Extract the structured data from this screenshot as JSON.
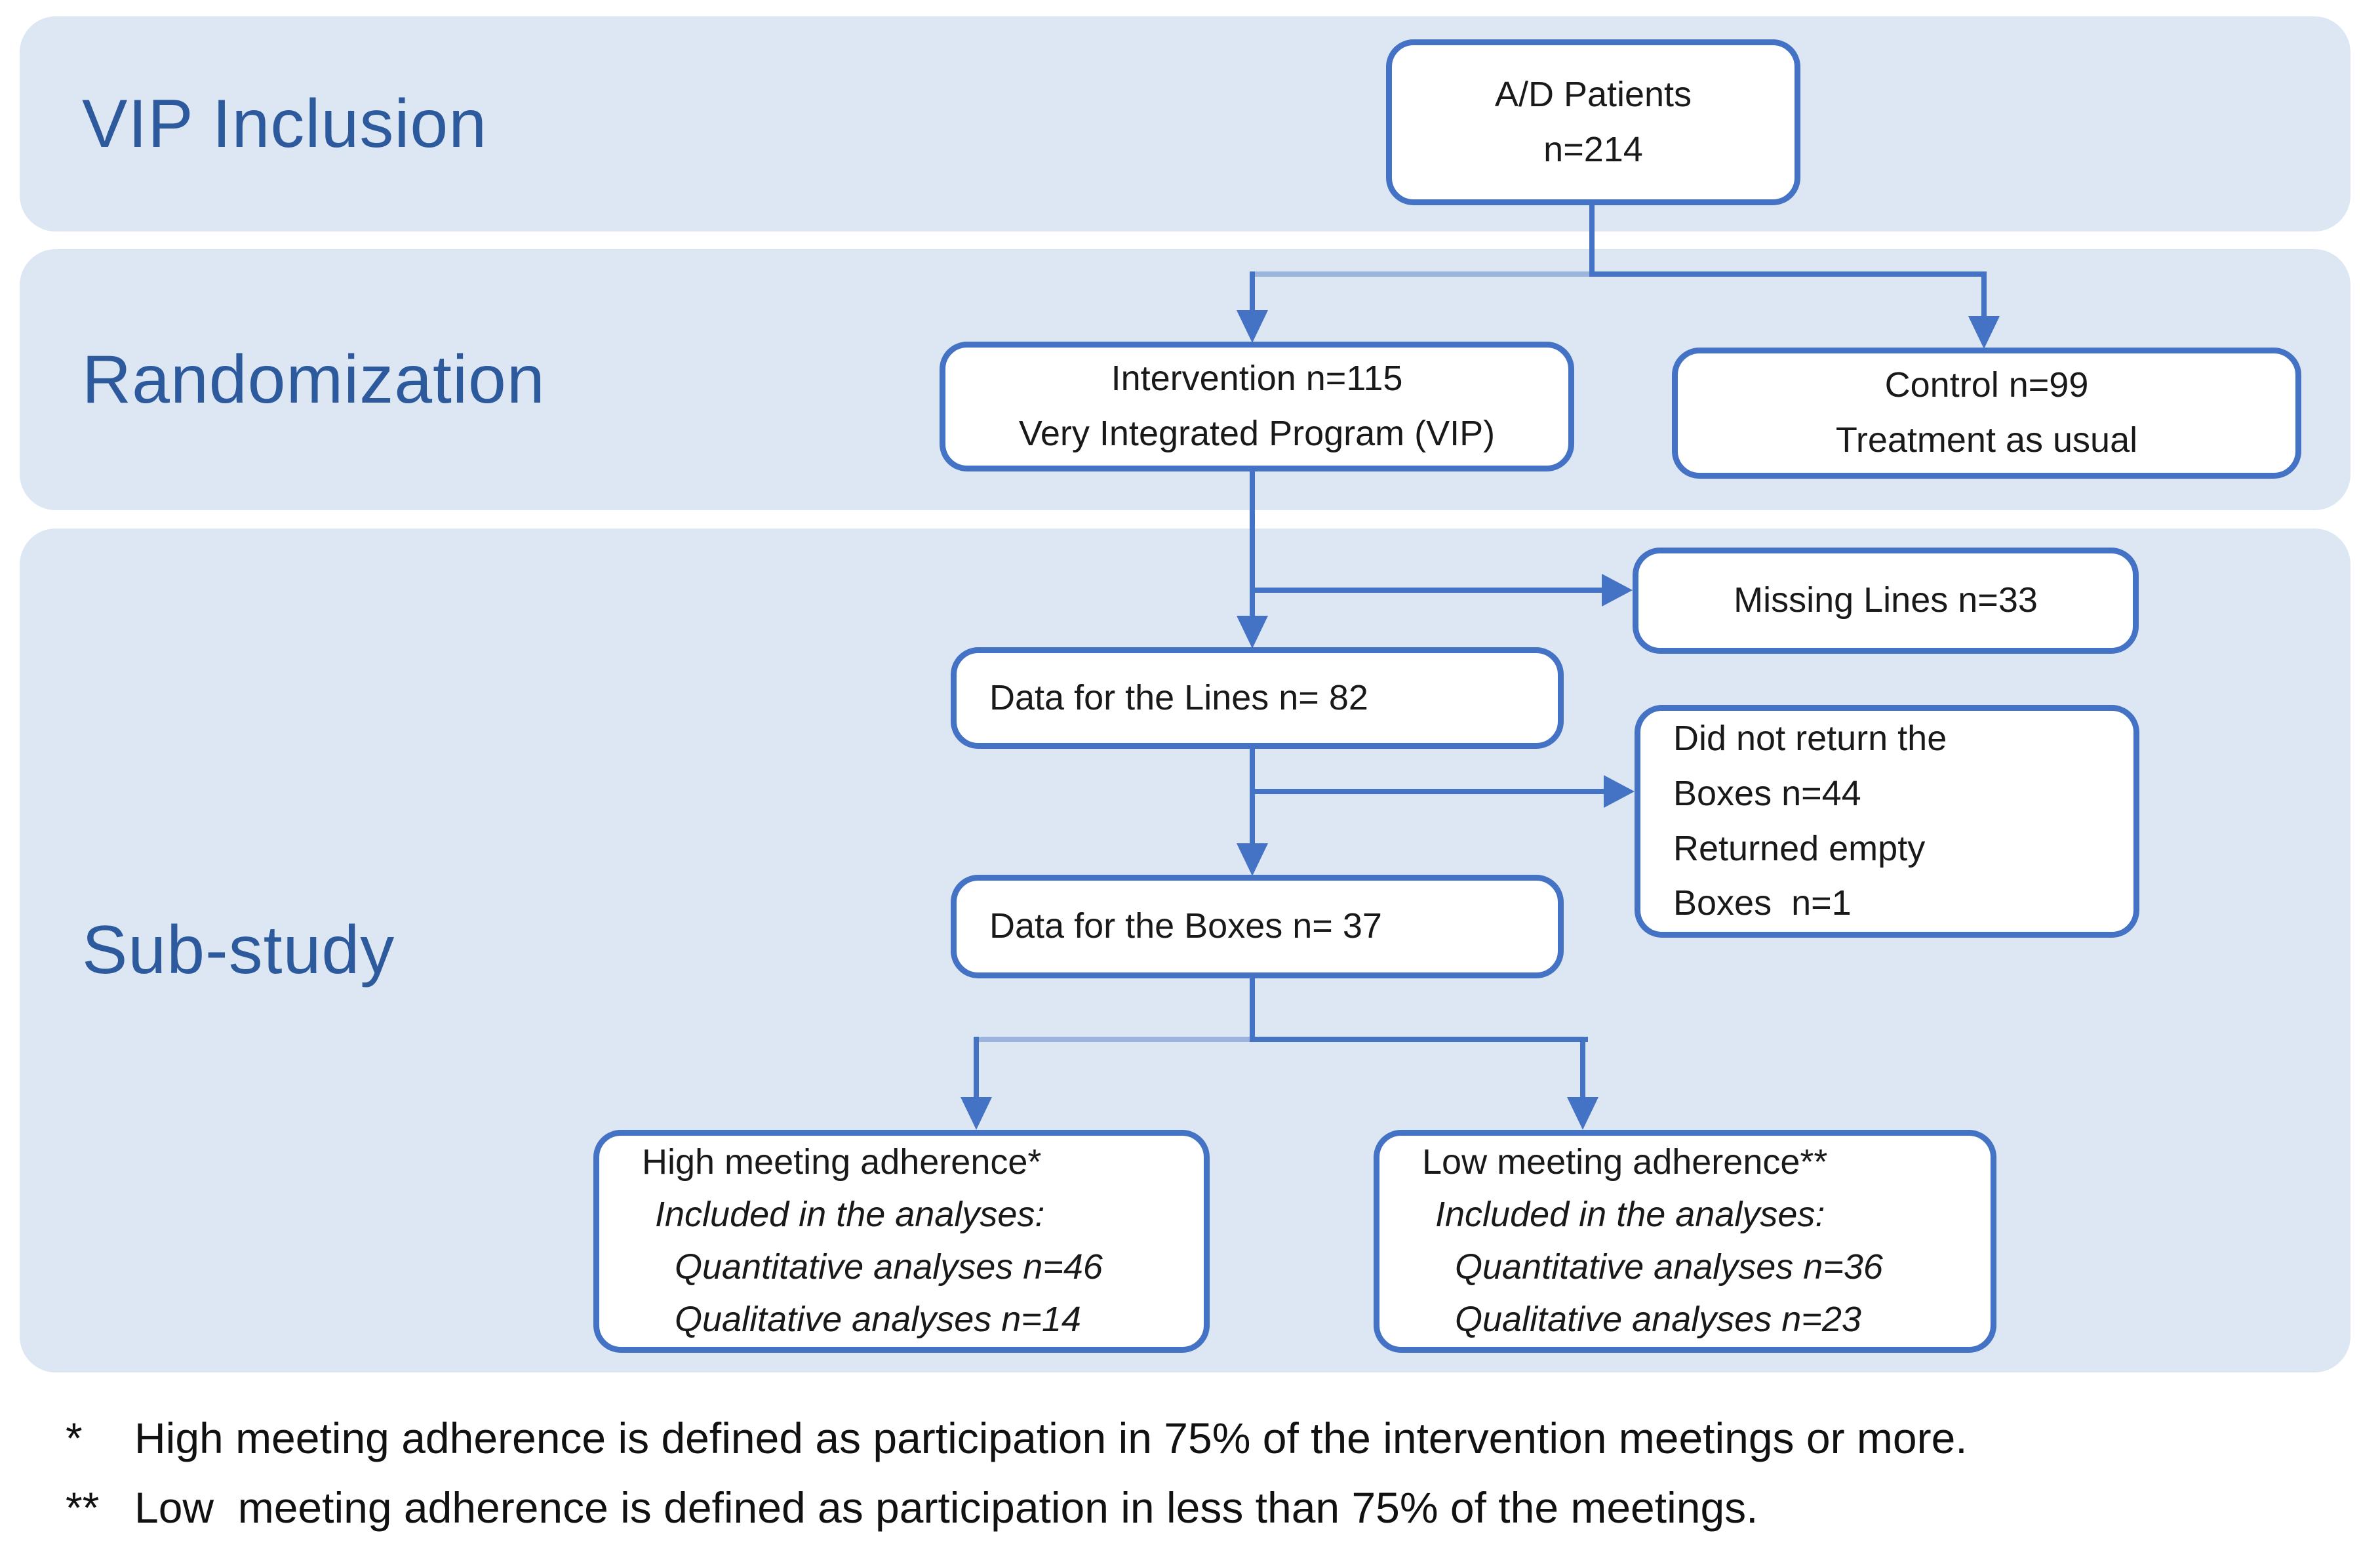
{
  "bands": [
    {
      "id": "vip",
      "label": "VIP Inclusion"
    },
    {
      "id": "randomization",
      "label": "Randomization"
    },
    {
      "id": "substudy",
      "label": "Sub-study"
    }
  ],
  "boxes": {
    "ad_patients": {
      "lines": [
        "A/D Patients",
        "n=214"
      ]
    },
    "intervention": {
      "lines": [
        "Intervention n=115",
        "Very Integrated Program (VIP)"
      ]
    },
    "control": {
      "lines": [
        "Control n=99",
        "Treatment as usual"
      ]
    },
    "missing_lines": {
      "lines": [
        "Missing Lines n=33"
      ]
    },
    "data_lines": {
      "lines": [
        "Data for the Lines n= 82"
      ]
    },
    "not_returned": {
      "lines": [
        "Did not return the",
        "Boxes n=44",
        "Returned empty",
        "Boxes  n=1"
      ]
    },
    "data_boxes": {
      "lines": [
        "Data for the Boxes n= 37"
      ]
    },
    "high_adherence": {
      "lines": [
        "High meeting adherence*",
        "Included in the analyses:",
        "Quantitative analyses n=46",
        "Qualitative analyses n=14"
      ]
    },
    "low_adherence": {
      "lines": [
        "Low meeting adherence**",
        "Included in the analyses:",
        "Quantitative analyses n=36",
        "Qualitative analyses n=23"
      ]
    }
  },
  "footnotes": [
    {
      "marker": "*",
      "text": "High meeting adherence is defined as participation in 75% of the intervention meetings or more."
    },
    {
      "marker": "**",
      "text": "Low  meeting adherence is defined as participation in less than 75% of the meetings."
    }
  ],
  "colors": {
    "band_fill": "#DCE7F3",
    "accent_blue": "#4472C4",
    "label_blue": "#2D5A9D",
    "connector_light": "#9AB4DE",
    "box_text": "#191919",
    "background": "#FFFFFF"
  }
}
